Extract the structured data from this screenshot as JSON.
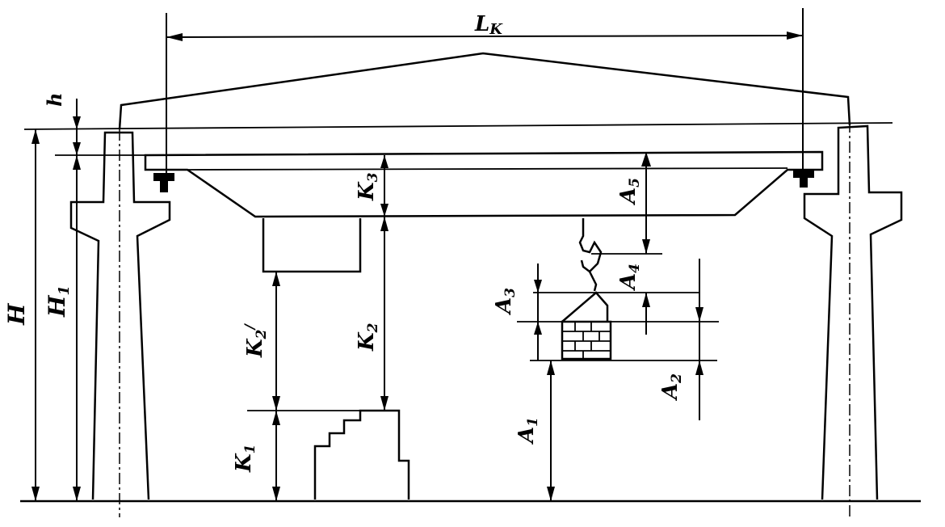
{
  "labels": {
    "span": "L",
    "span_sub": "K",
    "h": "h",
    "H": "H",
    "H1": "H",
    "H1_sub": "1",
    "K3": "K",
    "K3_sub": "3",
    "K2": "K",
    "K2_sub": "2",
    "K2p": "K",
    "K2p_sub": "2",
    "K2p_sup": "/",
    "K1": "K",
    "K1_sub": "1",
    "A1": "A",
    "A1_sub": "1",
    "A2": "A",
    "A2_sub": "2",
    "A3": "A",
    "A3_sub": "3",
    "A4": "A",
    "A4_sub": "4",
    "A5": "A",
    "A5_sub": "5"
  },
  "colors": {
    "ink": "#000000",
    "background": "#ffffff"
  }
}
